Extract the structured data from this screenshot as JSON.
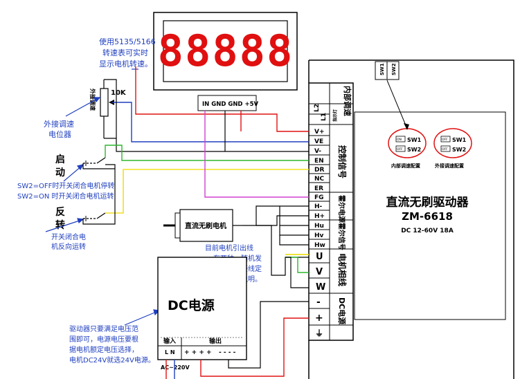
{
  "display": {
    "digits": "88888",
    "note_lines": [
      "使用5135/5166",
      "转速表可实时",
      "显示电机转速。"
    ],
    "pins": "IN GND GND +5V"
  },
  "pot": {
    "label_vertical": "外接调速",
    "value": "10K",
    "caption_lines": [
      "外接调速",
      "电位器"
    ]
  },
  "switches": {
    "start_lines": [
      "启",
      "动"
    ],
    "start_note_lines": [
      "SW2=OFF时开关闭合电机停转",
      "SW2=ON 时开关闭合电机运转"
    ],
    "reverse_lines": [
      "反",
      "转"
    ],
    "reverse_note_lines": [
      "开关闭合电",
      "机反向运转"
    ]
  },
  "driver": {
    "section_internal": "内部调速",
    "section_control": "控制信号",
    "section_hall": "霍尔电源",
    "section_hall_signal": "霍尔信号",
    "section_phase": "电机相线",
    "section_dc": "DC电源",
    "terminals_top": [
      "L2",
      "L1"
    ],
    "indicator_label": "指示灯",
    "terminals_control": [
      "V+",
      "VE",
      "V-",
      "EN",
      "DR",
      "NC",
      "ER",
      "FG"
    ],
    "terminals_hall_power": [
      "H-",
      "H+"
    ],
    "terminals_hall_signal": [
      "Hu",
      "Hv",
      "Hw"
    ],
    "terminals_phase": [
      "U",
      "V",
      "W"
    ],
    "terminals_dc": [
      "-",
      "+",
      "⏚"
    ],
    "sw_header": [
      "SW1",
      "SW2"
    ],
    "title": "直流无刷驱动器",
    "model": "ZM-6618",
    "spec": "DC 12-60V 18A",
    "config_internal": "内部调速配置",
    "config_external": "外接调速配置",
    "sw1": "SW1",
    "sw2": "SW2",
    "on": "ON",
    "off": "OFF"
  },
  "motor": {
    "label": "直流无刷电机",
    "note_lines": [
      "目前电机引出线",
      "有两种，随机发",
      "货！具体接线定",
      "义请参考说明。"
    ]
  },
  "psu": {
    "title": "DC电源",
    "input_label": "输入",
    "output_label": "输出",
    "input_pins": "L N",
    "output_plus": "+ + + +",
    "output_minus": "- - - -",
    "ac_label": "AC~220V",
    "note_lines": [
      "驱动器只要满足电压范",
      "围即可，电源电压要根",
      "据电机额定电压选择，",
      "电机DC24V就选24V电源。"
    ]
  },
  "colors": {
    "red": "#e01010",
    "blue": "#1f3fbf",
    "green": "#2bb52b",
    "yellow": "#f0e020",
    "magenta": "#d040d0",
    "black": "#000000"
  }
}
